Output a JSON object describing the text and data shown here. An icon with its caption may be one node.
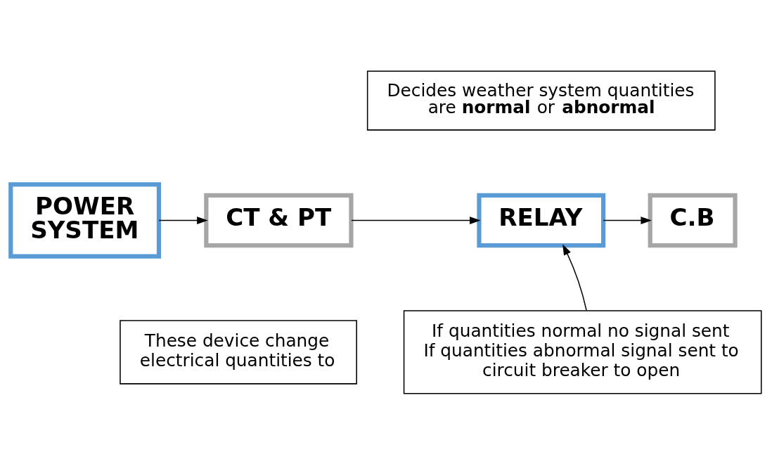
{
  "diagram": {
    "nodes": [
      {
        "text": [
          "POWER SYSTEM"
        ]
      },
      {
        "text": [
          "CT & PT"
        ]
      },
      {
        "text": [
          "RELAY"
        ]
      },
      {
        "text": [
          "C.B"
        ]
      },
      {
        "text": [
          "Decides weather system quantities are **normal** or **abnormal**"
        ]
      },
      {
        "text": [
          "These device change electrical quantities to"
        ]
      },
      {
        "text": [
          "If quantities normal no signal sent",
          "If quantities abnormal signal sent to circuit breaker to open"
        ]
      }
    ],
    "edges": [
      {
        "from": 0,
        "to": 1,
        "arrow": "to"
      },
      {
        "from": 1,
        "to": 2,
        "arrow": "to"
      },
      {
        "from": 2,
        "to": 3,
        "arrow": "to"
      },
      {
        "from": 6,
        "to": 2,
        "arrow": "to"
      }
    ]
  }
}
